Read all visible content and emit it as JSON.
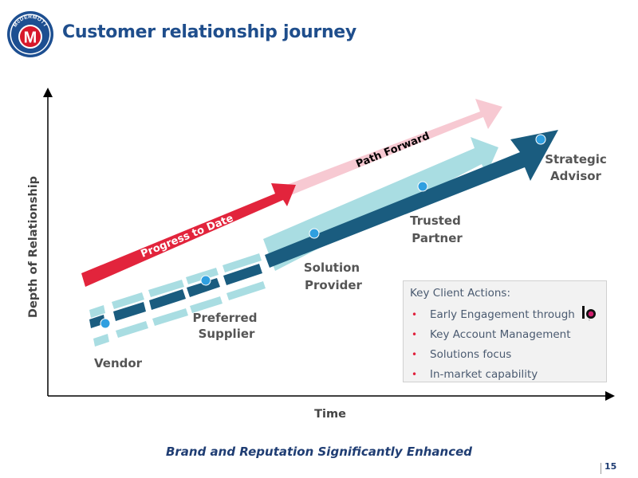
{
  "header": {
    "title": "Customer relationship journey",
    "logo_text": "McDERMOTT",
    "logo_letter": "M"
  },
  "axes": {
    "y_label": "Depth of Relationship",
    "x_label": "Time"
  },
  "arrows": {
    "progress_label": "Progress to Date",
    "path_label": "Path Forward"
  },
  "stages": [
    {
      "label": "Vendor"
    },
    {
      "label": "Preferred Supplier",
      "line1": "Preferred",
      "line2": "Supplier"
    },
    {
      "label": "Solution Provider",
      "line1": "Solution",
      "line2": "Provider"
    },
    {
      "label": "Trusted Partner",
      "line1": "Trusted",
      "line2": "Partner"
    },
    {
      "label": "Strategic Advisor",
      "line1": "Strategic",
      "line2": "Advisor"
    }
  ],
  "key_actions": {
    "title": "Key Client Actions:",
    "items": [
      "Early Engagement through",
      "Key Account Management",
      "Solutions focus",
      "In-market capability"
    ],
    "logo_text": "io"
  },
  "footer": {
    "tagline": "Brand and Reputation Significantly Enhanced",
    "page_number": "15"
  },
  "colors": {
    "title_blue": "#1f4e8c",
    "dark_teal": "#1a5c7f",
    "light_teal": "#a9dde2",
    "red": "#e2243c",
    "pink": "#f7c9d2",
    "text_gray": "#555555",
    "logo_red": "#d7182a",
    "logo_blue": "#1d4f91"
  }
}
